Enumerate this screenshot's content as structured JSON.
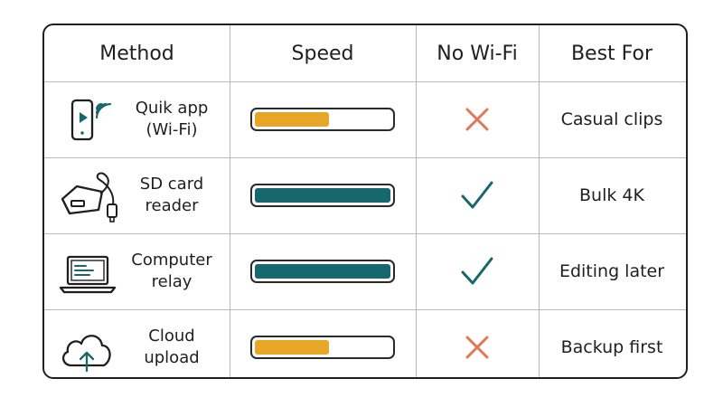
{
  "headers": {
    "method": "Method",
    "speed": "Speed",
    "no_wifi": "No Wi-Fi",
    "best_for": "Best For"
  },
  "colors": {
    "slow_fill": "#e8a626",
    "fast_fill": "#17676f",
    "cross": "#e4765a",
    "check": "#17676f",
    "accent_teal": "#17676f"
  },
  "rows": [
    {
      "method_line1": "Quik app",
      "method_line2": "(Wi-Fi)",
      "icon": "phone-wifi-icon",
      "speed_fraction": 0.55,
      "speed_color": "slow_fill",
      "no_wifi": "cross-icon",
      "best_for": "Casual clips"
    },
    {
      "method_line1": "SD card",
      "method_line2": "reader",
      "icon": "sd-card-reader-icon",
      "speed_fraction": 1.0,
      "speed_color": "fast_fill",
      "no_wifi": "check-icon",
      "best_for": "Bulk 4K"
    },
    {
      "method_line1": "Computer",
      "method_line2": "relay",
      "icon": "laptop-icon",
      "speed_fraction": 1.0,
      "speed_color": "fast_fill",
      "no_wifi": "check-icon",
      "best_for": "Editing later"
    },
    {
      "method_line1": "Cloud",
      "method_line2": "upload",
      "icon": "cloud-upload-icon",
      "speed_fraction": 0.55,
      "speed_color": "slow_fill",
      "no_wifi": "cross-icon",
      "best_for": "Backup first"
    }
  ]
}
